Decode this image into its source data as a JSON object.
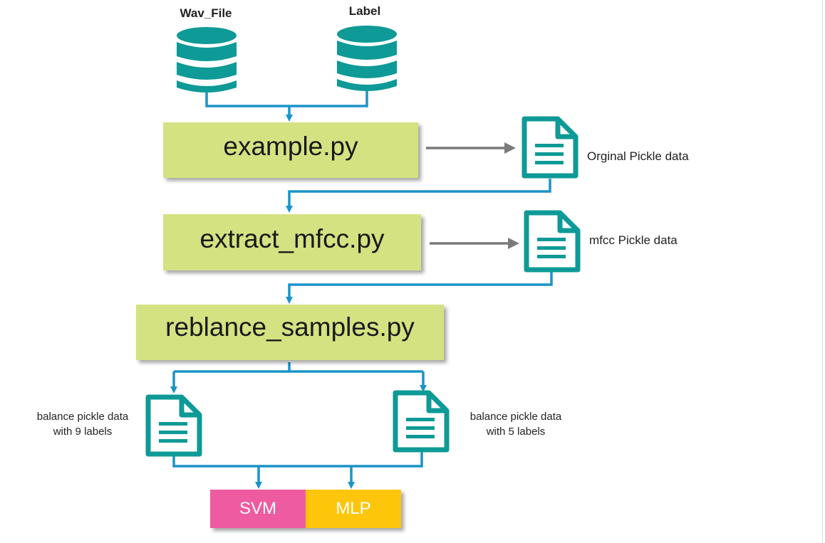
{
  "colors": {
    "teal": "#0e9a96",
    "connector_blue": "#1a94c8",
    "gray_arrow": "#7a7a7a",
    "script_box": "#d4e282",
    "svm": "#ef5ba1",
    "mlp": "#fec60b"
  },
  "sources": [
    {
      "label": "Wav_File",
      "icon": "database-icon"
    },
    {
      "label": "Label",
      "icon": "database-icon"
    }
  ],
  "scripts": [
    {
      "label": "example.py"
    },
    {
      "label": "extract_mfcc.py"
    },
    {
      "label": "reblance_samples.py"
    }
  ],
  "outputs": [
    {
      "label": "Orginal Pickle data",
      "icon": "document-icon"
    },
    {
      "label": "mfcc Pickle data",
      "icon": "document-icon"
    }
  ],
  "balanced": [
    {
      "line1": "balance pickle data",
      "line2": "with 9 labels",
      "icon": "document-icon"
    },
    {
      "line1": "balance pickle data",
      "line2": "with 5 labels",
      "icon": "document-icon"
    }
  ],
  "models": [
    {
      "label": "SVM"
    },
    {
      "label": "MLP"
    }
  ]
}
